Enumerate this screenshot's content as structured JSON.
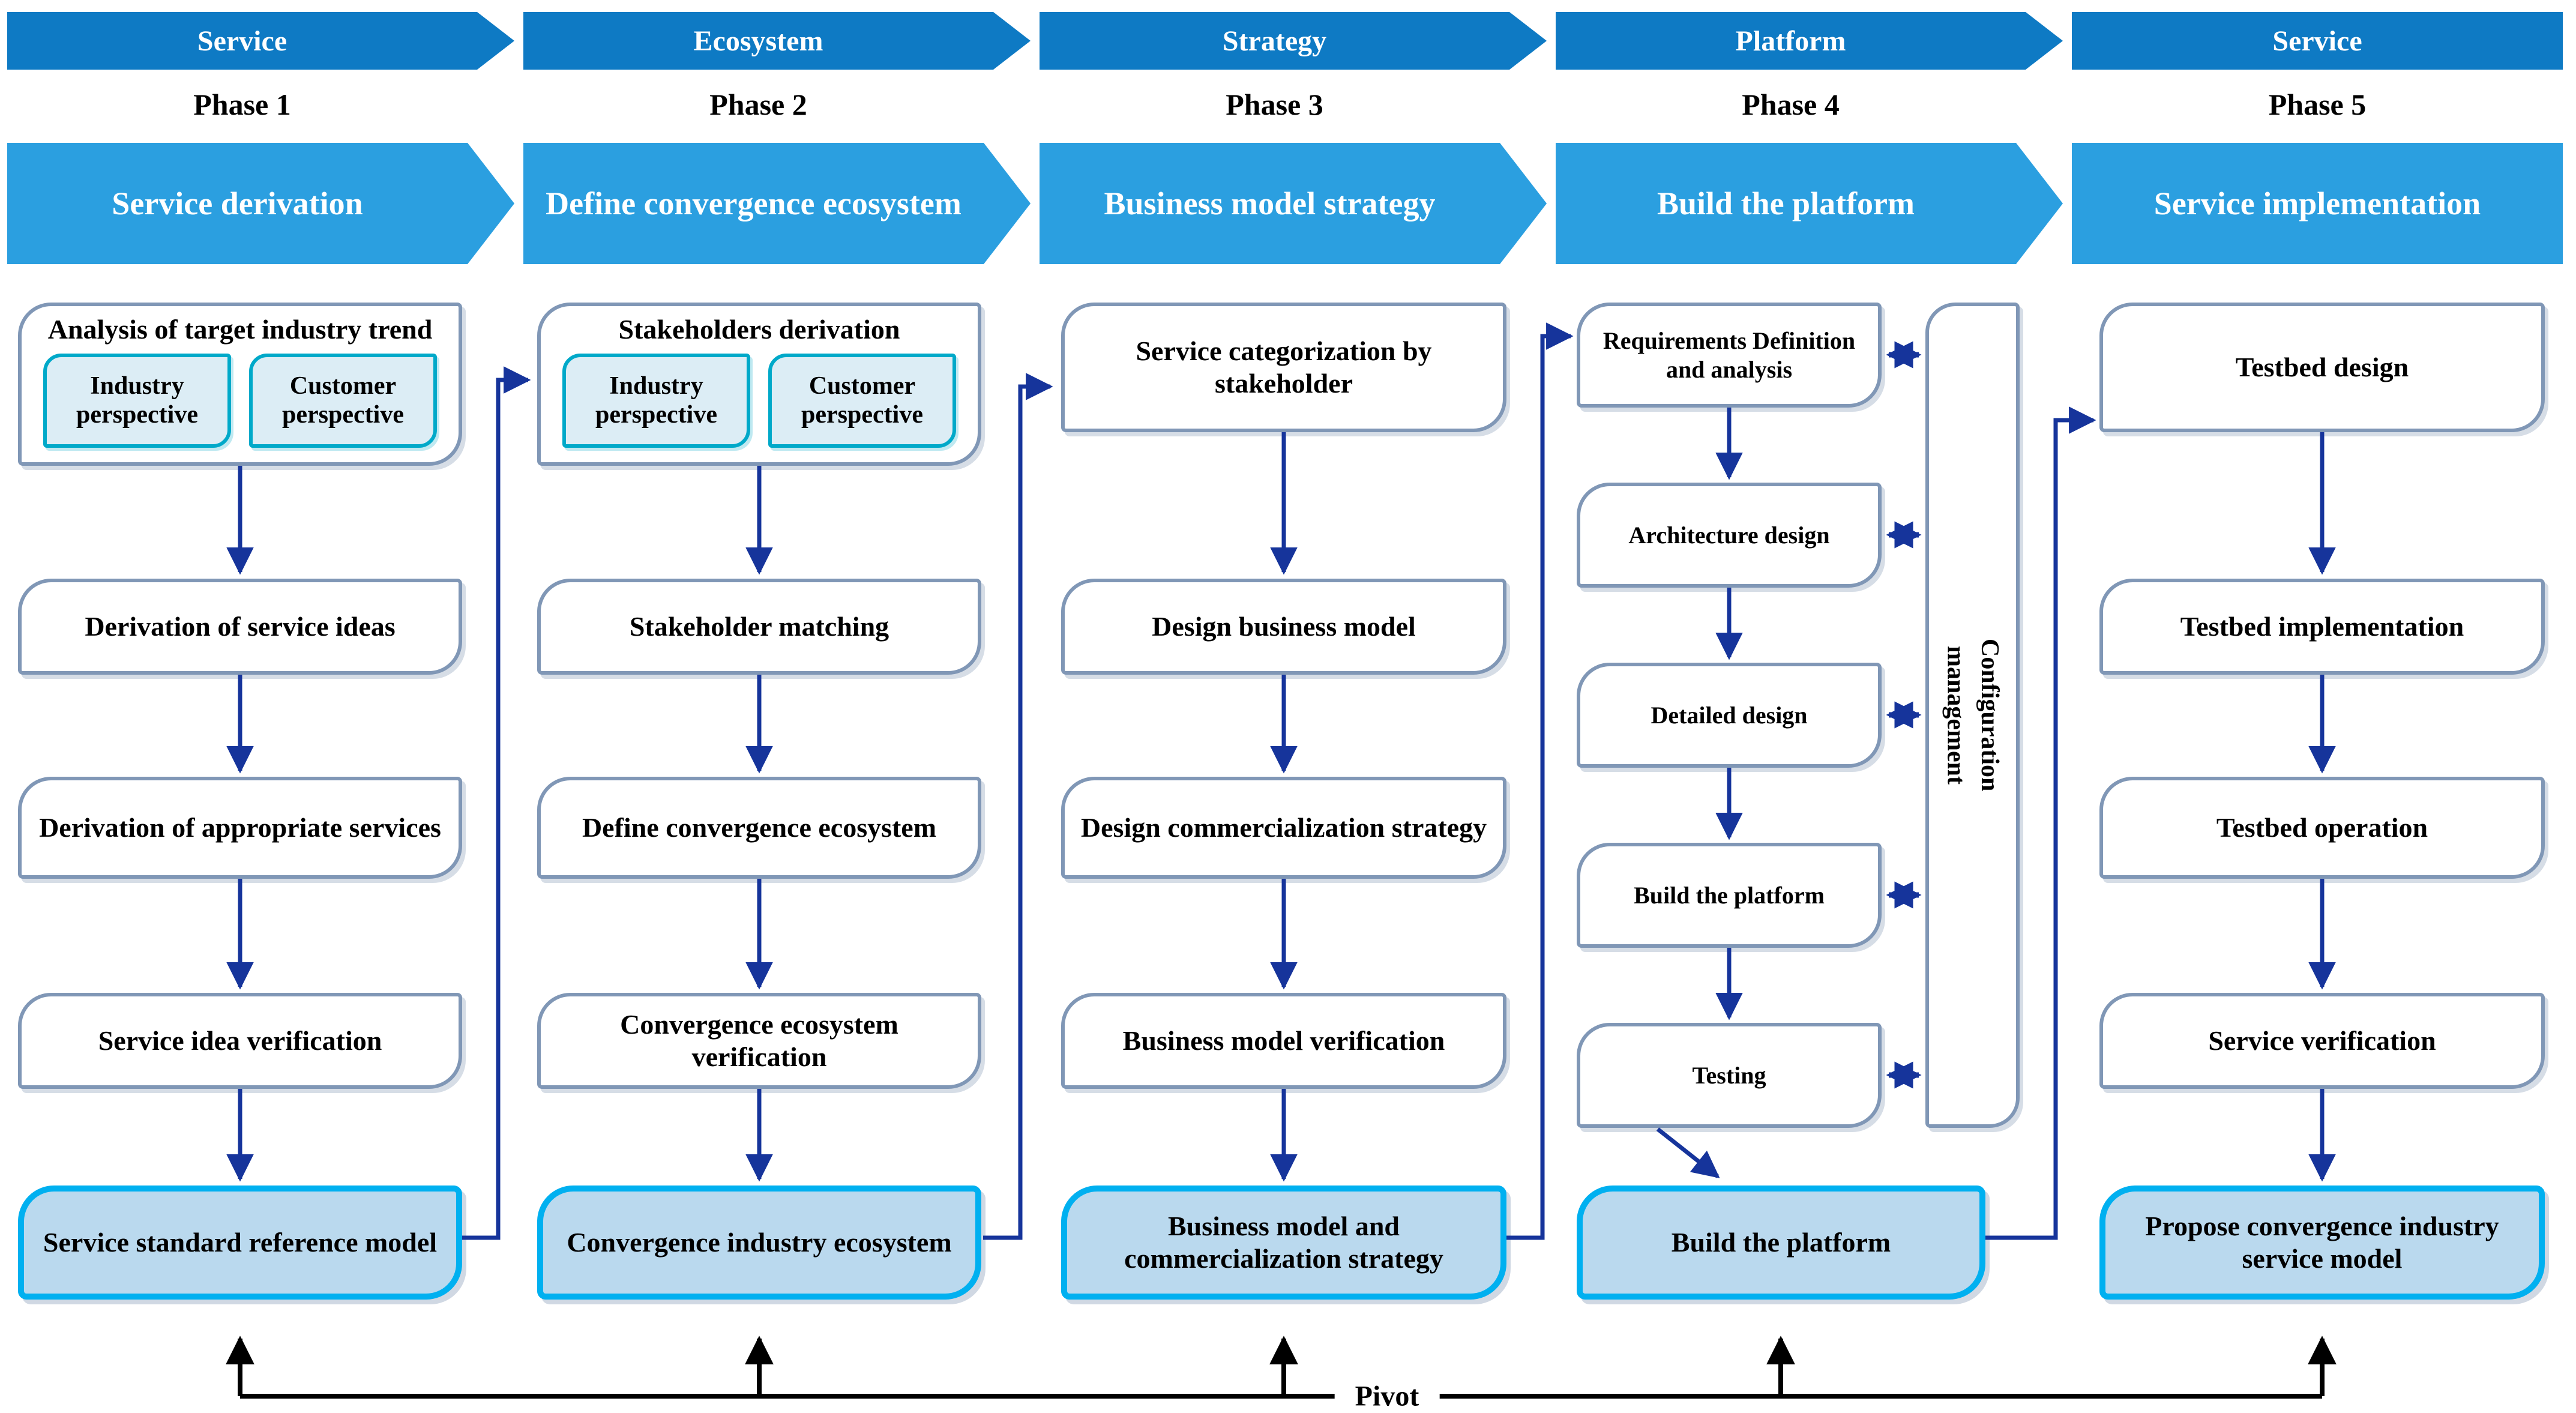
{
  "pivot_label": "Pivot",
  "colors": {
    "track_banner_fill": "#0e7ac4",
    "main_banner_fill": "#2b9fe0",
    "box_border": "#8097b6",
    "highlight_border": "#00b0f0",
    "highlight_fill": "#bad9ee",
    "sub_box_border": "#00a9c9",
    "sub_box_fill": "#dcedf5",
    "flow_arrow": "#16349b",
    "pivot_line": "#000000",
    "banner_text": "#ffffff",
    "box_text": "#000000"
  },
  "phases": [
    {
      "track": "Service",
      "phase_label": "Phase 1",
      "banner": "Service derivation",
      "group": {
        "title": "Analysis of target industry trend",
        "sub_boxes": [
          "Industry perspective",
          "Customer perspective"
        ]
      },
      "steps": [
        "Derivation of service ideas",
        "Derivation of appropriate services",
        "Service idea verification"
      ],
      "output": "Service standard reference model"
    },
    {
      "track": "Ecosystem",
      "phase_label": "Phase 2",
      "banner": "Define convergence ecosystem",
      "group": {
        "title": "Stakeholders derivation",
        "sub_boxes": [
          "Industry perspective",
          "Customer perspective"
        ]
      },
      "steps": [
        "Stakeholder matching",
        "Define convergence ecosystem",
        "Convergence ecosystem verification"
      ],
      "output": "Convergence industry ecosystem"
    },
    {
      "track": "Strategy",
      "phase_label": "Phase 3",
      "banner": "Business model strategy",
      "steps": [
        "Service categorization by stakeholder",
        "Design business model",
        "Design commercialization strategy",
        "Business model verification"
      ],
      "output": "Business model and commercialization strategy"
    },
    {
      "track": "Platform",
      "phase_label": "Phase 4",
      "banner": "Build the platform",
      "steps": [
        "Requirements Definition and analysis",
        "Architecture design",
        "Detailed design",
        "Build the platform",
        "Testing"
      ],
      "side_bar": "Configuration management",
      "output": "Build the platform"
    },
    {
      "track": "Service",
      "phase_label": "Phase 5",
      "banner": "Service implementation",
      "steps": [
        "Testbed design",
        "Testbed implementation",
        "Testbed operation",
        "Service verification"
      ],
      "output": "Propose convergence industry service model"
    }
  ]
}
